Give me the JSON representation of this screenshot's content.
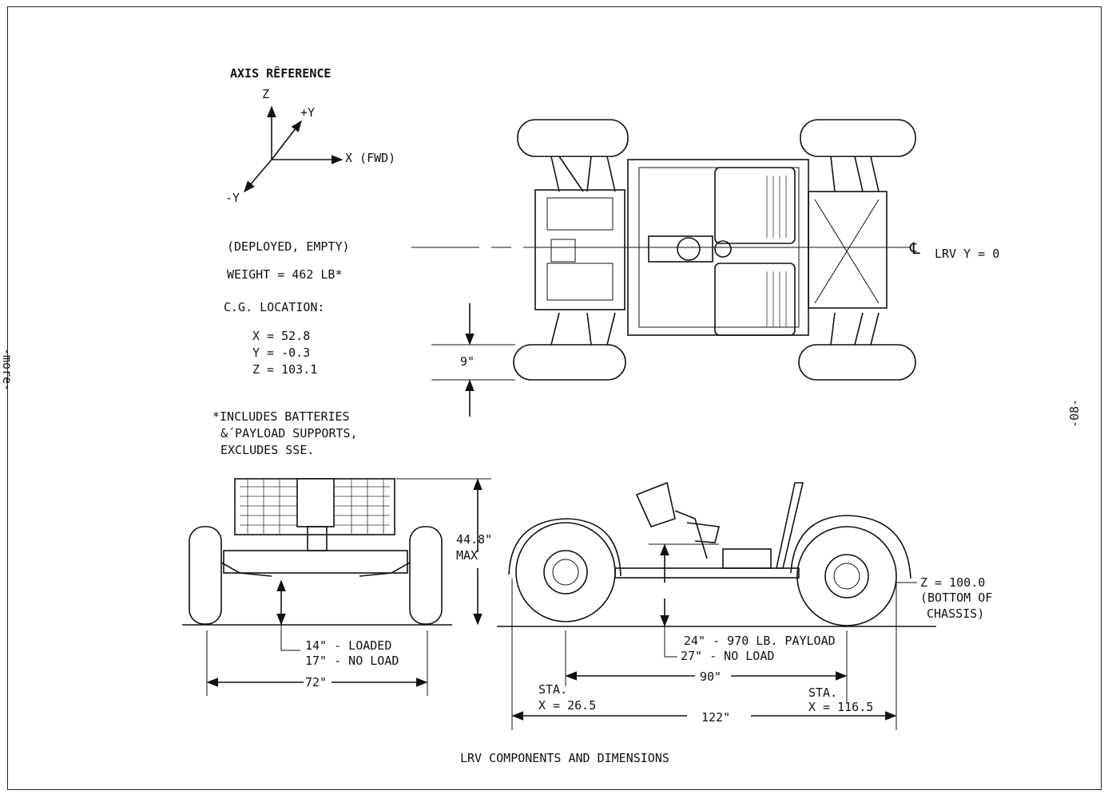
{
  "axis": {
    "title": "AXIS RÊFERENCE",
    "z": "Z",
    "plus_y": "+Y",
    "x": "X (FWD)",
    "minus_y": "-Y"
  },
  "specs": {
    "state": "(DEPLOYED, EMPTY)",
    "weight": "WEIGHT = 462 LB*",
    "cg_title": "C.G. LOCATION:",
    "cg_x": "X = 52.8",
    "cg_y": "Y = -0.3",
    "cg_z": "Z = 103.1",
    "footnote_1": "*INCLUDES BATTERIES",
    "footnote_2": "&´PAYLOAD SUPPORTS,",
    "footnote_3": "EXCLUDES SSE."
  },
  "top_view": {
    "centerline": "LRV Y = 0",
    "cl_symbol": "℄",
    "offset": "9\""
  },
  "front_view": {
    "height_1": "44.8\"",
    "height_2": "MAX",
    "clear_loaded": "14\" - LOADED",
    "clear_noload": "17\" - NO LOAD",
    "track": "72\""
  },
  "side_view": {
    "z_1": "Z = 100.0",
    "z_2": "(BOTTOM OF",
    "z_3": "CHASSIS)",
    "payload_1": "24\" - 970 LB. PAYLOAD",
    "payload_2": "27\" - NO LOAD",
    "wheelbase": "90\"",
    "sta_front_1": "STA.",
    "sta_front_2": "X = 26.5",
    "sta_rear_1": "STA.",
    "sta_rear_2": "X = 116.5",
    "length": "122\""
  },
  "caption": "LRV COMPONENTS AND DIMENSIONS",
  "margin": {
    "left": "-more-",
    "right": "-08-"
  }
}
